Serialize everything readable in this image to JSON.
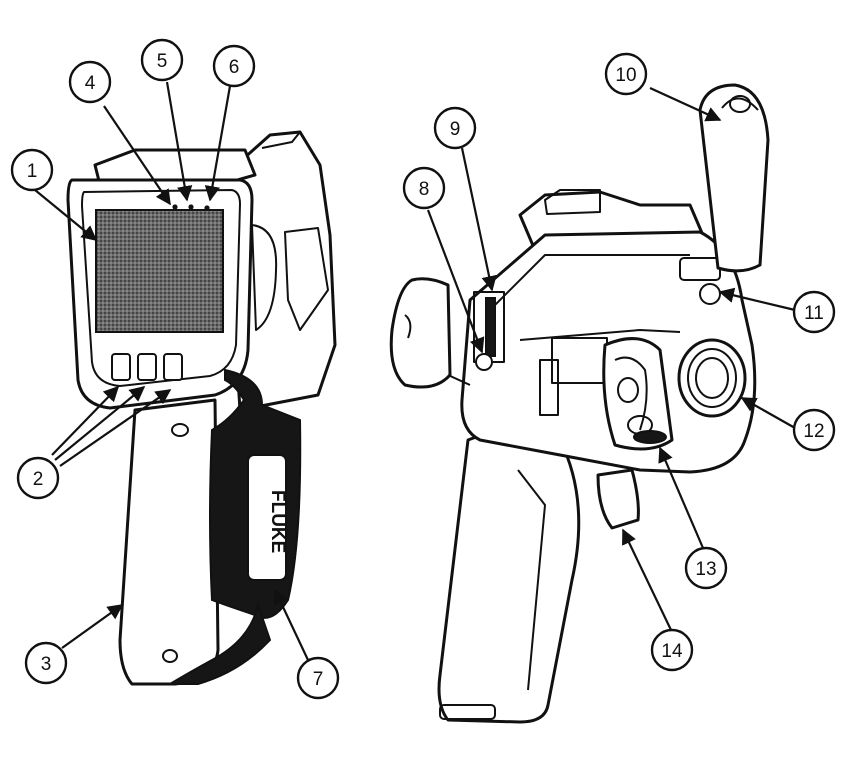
{
  "figure": {
    "strap_brand": "FLUKE"
  },
  "callouts": [
    {
      "number": "1"
    },
    {
      "number": "2"
    },
    {
      "number": "3"
    },
    {
      "number": "4"
    },
    {
      "number": "5"
    },
    {
      "number": "6"
    },
    {
      "number": "7"
    },
    {
      "number": "8"
    },
    {
      "number": "9"
    },
    {
      "number": "10"
    },
    {
      "number": "11"
    },
    {
      "number": "12"
    },
    {
      "number": "13"
    },
    {
      "number": "14"
    }
  ]
}
